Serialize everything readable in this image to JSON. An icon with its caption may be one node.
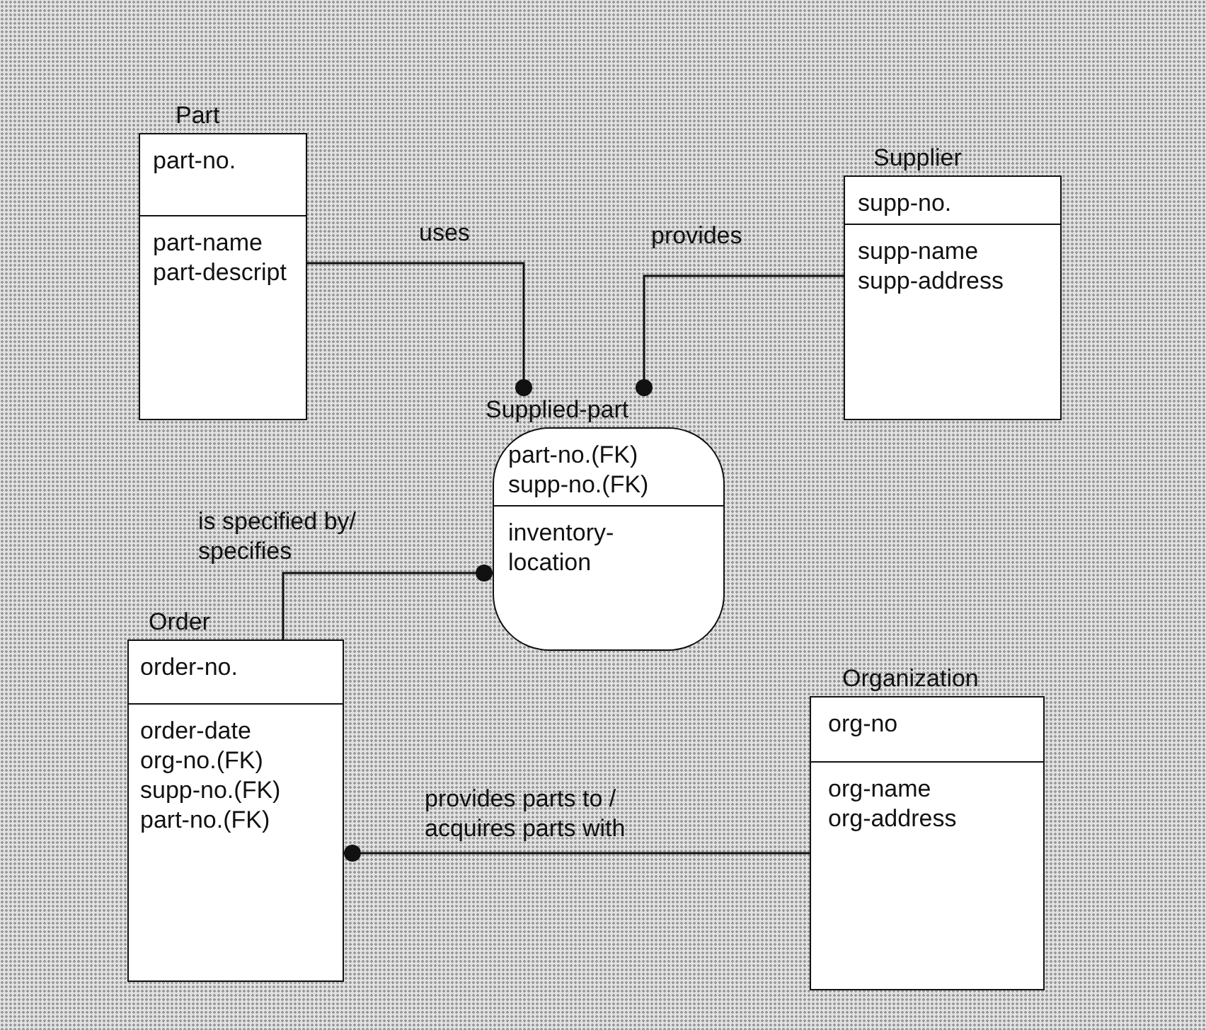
{
  "diagram": {
    "nodes": [
      {
        "text": [
          "Part",
          "part-no.",
          "part-name part-descript"
        ]
      },
      {
        "text": [
          "Supplier",
          "supp-no.",
          "supp-name supp-address"
        ]
      },
      {
        "text": [
          "Supplied-part",
          "part-no.(FK) supp-no.(FK)",
          "inventory- location"
        ]
      },
      {
        "text": [
          "Order",
          "order-no.",
          "order-date org-no.(FK) supp-no.(FK) part-no.(FK)"
        ]
      },
      {
        "text": [
          "Organization",
          "org-no",
          "org-name org-address"
        ]
      }
    ],
    "edges": [
      {
        "from": 0,
        "to": 2,
        "arrow": "other",
        "label": "uses"
      },
      {
        "from": 1,
        "to": 2,
        "arrow": "other",
        "label": "provides"
      },
      {
        "from": 3,
        "to": 2,
        "arrow": "other",
        "label": "is specified by/ specifies"
      },
      {
        "from": 4,
        "to": 3,
        "arrow": "other",
        "label": "provides parts to / acquires parts with"
      }
    ]
  }
}
